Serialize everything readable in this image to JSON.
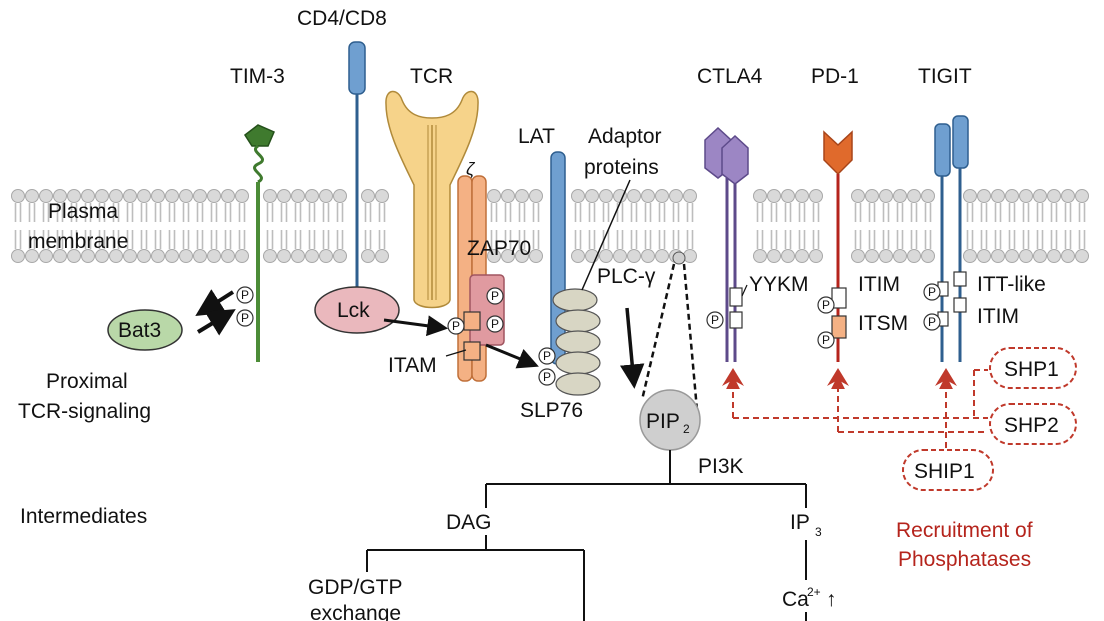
{
  "labels": {
    "tim3": "TIM-3",
    "cd4cd8": "CD4/CD8",
    "tcr": "TCR",
    "lat": "LAT",
    "adaptor_line1": "Adaptor",
    "adaptor_line2": "proteins",
    "ctla4": "CTLA4",
    "pd1": "PD-1",
    "tigit": "TIGIT",
    "zeta": "ζ",
    "membrane_line1": "Plasma",
    "membrane_line2": "membrane",
    "zap70": "ZAP70",
    "plc_gamma": "PLC-γ",
    "yykm": "YYKM",
    "itim_pd1": "ITIM",
    "itsm": "ITSM",
    "itt_like": "ITT-like",
    "itim_tigit": "ITIM",
    "lck": "Lck",
    "bat3": "Bat3",
    "itam": "ITAM",
    "slp76": "SLP76",
    "pip2_main": "PIP",
    "pip2_sub": "2",
    "pi3k": "PI3K",
    "proximal_line1": "Proximal",
    "proximal_line2": "TCR-signaling",
    "intermediates": "Intermediates",
    "dag": "DAG",
    "ip3_main": "IP",
    "ip3_sub": "3",
    "gdp_gtp_line1": "GDP/GTP",
    "gdp_gtp_line2": "exchange",
    "ca_main": "Ca",
    "ca_sup": "2+",
    "ca_arrow": "↑",
    "shp1": "SHP1",
    "shp2": "SHP2",
    "ship1": "SHIP1",
    "recruit_line1": "Recruitment of",
    "recruit_line2": "Phosphatases",
    "phospho": "P"
  },
  "colors": {
    "membrane_head": "#d9d9d9",
    "membrane_tail": "#bdbdbd",
    "tim3": "#3f7a2e",
    "receptor_blue": "#6f9fd0",
    "receptor_blue_dark": "#2f5f8f",
    "tcr_yellow": "#f6d38a",
    "zeta_orange": "#f4b184",
    "zap70": "#e09aa0",
    "lck": "#eab8bd",
    "bat3": "#b9d8a8",
    "ctla4": "#9c86c4",
    "pd1": "#e06a2c",
    "adaptor": "#d8d6c4",
    "pip2": "#cfcfcf",
    "phosphatase_red": "#c0392b"
  }
}
